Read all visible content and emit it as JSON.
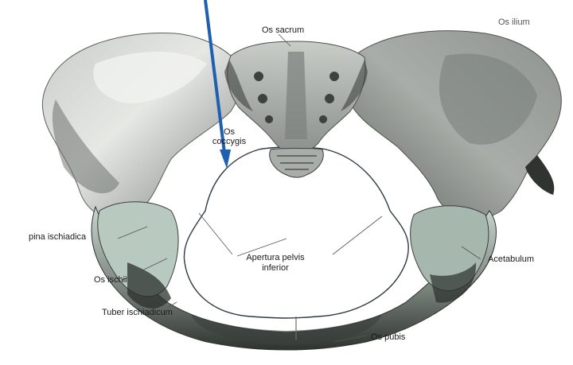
{
  "labels": {
    "sacrum": "Os sacrum",
    "ilium": "Os ilium",
    "coccyx_line1": "Os",
    "coccyx_line2": "coccygis",
    "spina": "pina ischiadica",
    "ischii": "Os ischii",
    "apertura_line1": "Apertura pelvis",
    "apertura_line2": "inferior",
    "acetabulum": "Acetabulum",
    "tuber": "Tuber ischiadicum",
    "pubis": "Os pubis"
  },
  "colors": {
    "bone_light": "#d9dcd8",
    "bone_mid": "#a7aca6",
    "bone_dark": "#4a4f4b",
    "bone_shadow": "#2b2f2c",
    "bone_green": "#b9cfc4",
    "arrow": "#1f5fb0",
    "leader": "#555555"
  }
}
